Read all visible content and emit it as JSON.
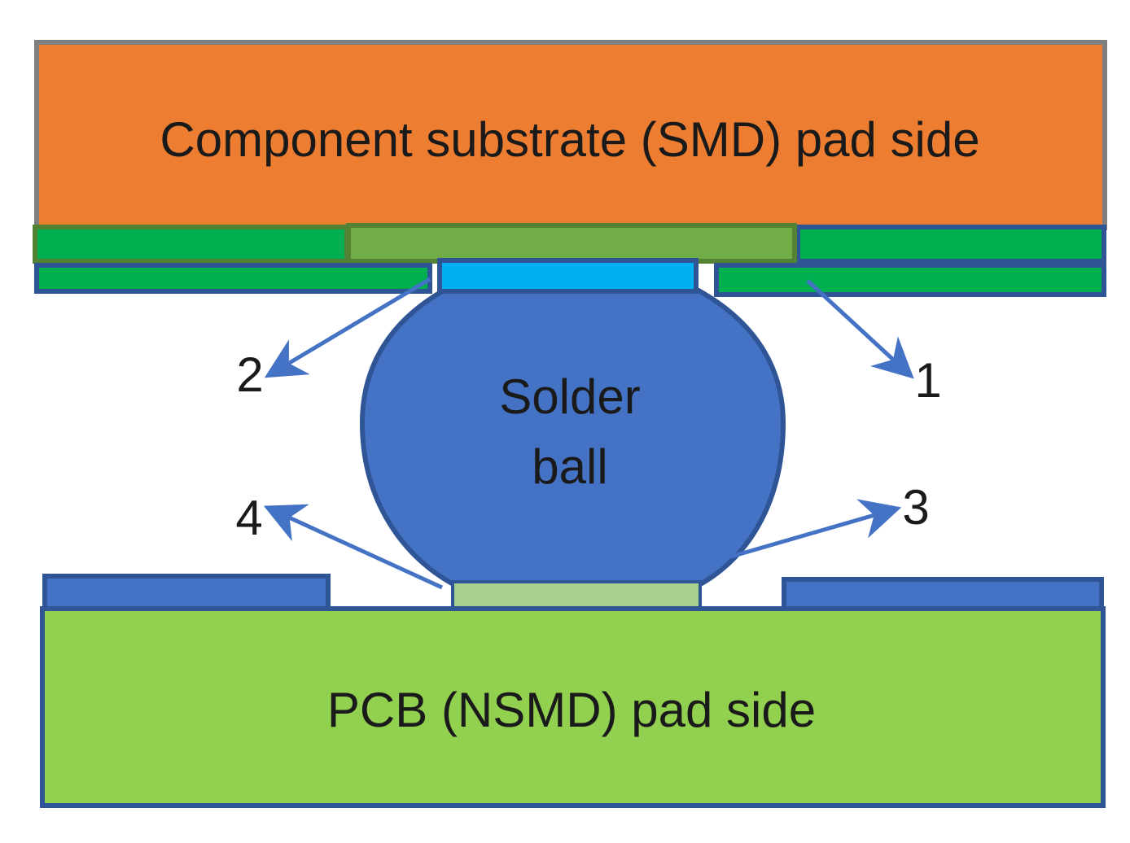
{
  "component_substrate": {
    "label": "Component substrate (SMD) pad side",
    "fill": "#ED7D31"
  },
  "solder_ball": {
    "line1": "Solder",
    "line2": "ball",
    "fill": "#4472C4"
  },
  "pcb": {
    "label": "PCB (NSMD) pad side",
    "fill": "#92D050"
  },
  "callouts": [
    {
      "id": "1",
      "text": "1"
    },
    {
      "id": "2",
      "text": "2"
    },
    {
      "id": "3",
      "text": "3"
    },
    {
      "id": "4",
      "text": "4"
    }
  ],
  "colors": {
    "outline_blue": "#2F5597",
    "solder_mask_green": "#00B050",
    "smd_mask_olive": "#70AD47",
    "component_pad_cyan": "#00B0F0",
    "pcb_pad_lightgreen": "#A9D18E",
    "arrow_blue": "#4472C4",
    "substrate_border": "#7F7F7F"
  }
}
